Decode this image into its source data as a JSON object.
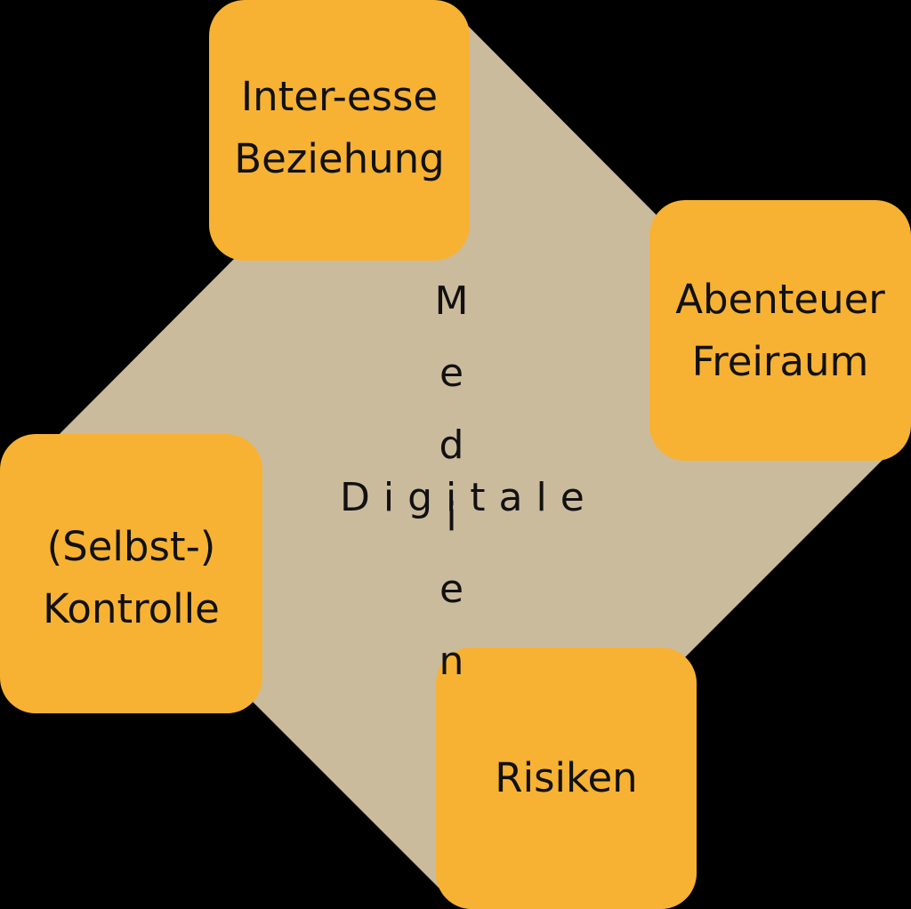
{
  "colors": {
    "background": "#000000",
    "hub": "#cbbb9d",
    "box": "#f7b234",
    "text": "#111111"
  },
  "boxes": {
    "top": {
      "line1": "Inter-esse",
      "line2": "Beziehung"
    },
    "right": {
      "line1": "Abenteuer",
      "line2": "Freiraum"
    },
    "left": {
      "line1": "(Selbst-)",
      "line2": "Kontrolle"
    },
    "bottom": {
      "line1": "Risiken"
    }
  },
  "center": {
    "horizontal": "Digitale",
    "vertical": "Medien"
  }
}
